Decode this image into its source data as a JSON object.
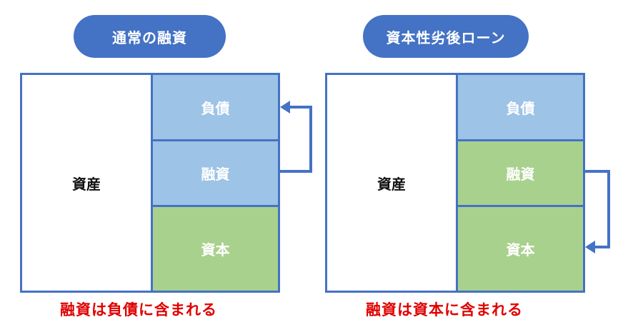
{
  "left": {
    "title": "通常の融資",
    "asset_label": "資産",
    "cells": [
      {
        "label": "負債",
        "color": "#9dc3e6"
      },
      {
        "label": "融資",
        "color": "#9dc3e6"
      },
      {
        "label": "資本",
        "color": "#a9d18e"
      }
    ],
    "caption": "融資は負債に含まれる"
  },
  "right": {
    "title": "資本性劣後ローン",
    "asset_label": "資産",
    "cells": [
      {
        "label": "負債",
        "color": "#9dc3e6"
      },
      {
        "label": "融資",
        "color": "#a9d18e"
      },
      {
        "label": "資本",
        "color": "#a9d18e"
      }
    ],
    "caption": "融資は資本に含まれる"
  },
  "colors": {
    "accent": "#4472c4",
    "liability_fill": "#9dc3e6",
    "equity_fill": "#a9d18e",
    "caption_red": "#e00000"
  }
}
